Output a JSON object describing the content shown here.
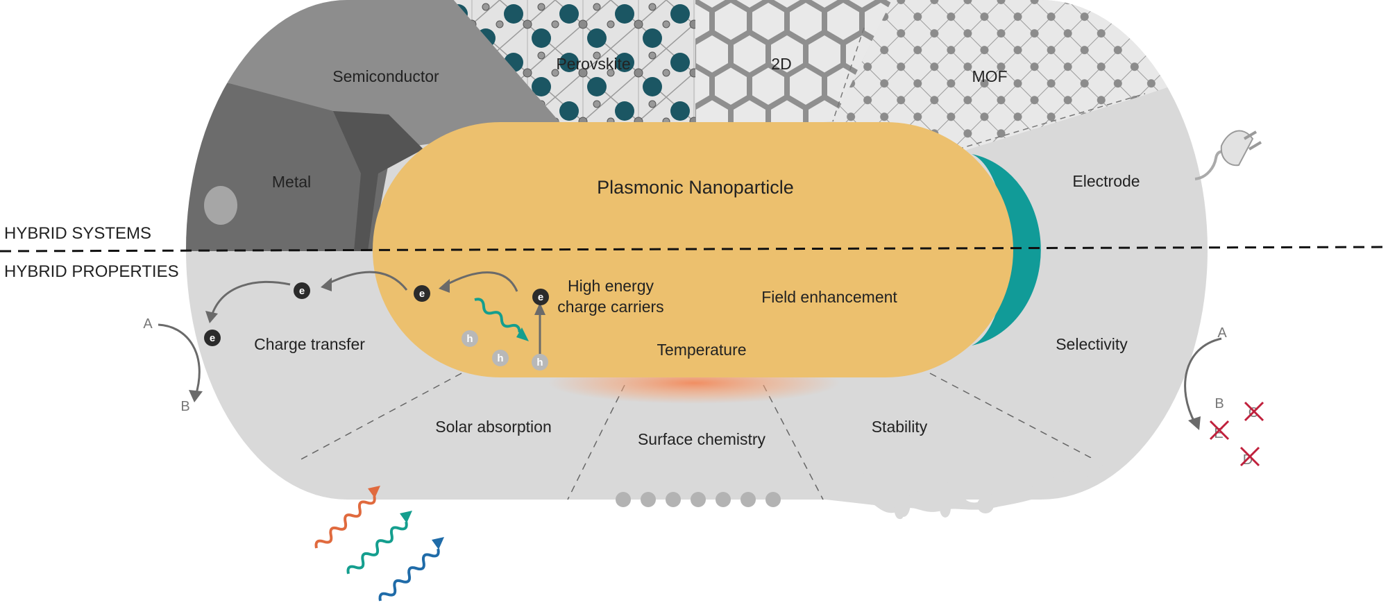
{
  "side_labels": {
    "systems": "HYBRID SYSTEMS",
    "properties": "HYBRID PROPERTIES"
  },
  "systems": {
    "semiconductor": "Semiconductor",
    "perovskite": "Perovskite",
    "two_d": "2D",
    "mof": "MOF",
    "metal": "Metal",
    "electrode": "Electrode"
  },
  "core": {
    "title": "Plasmonic Nanoparticle",
    "high_energy_line1": "High energy",
    "high_energy_line2": "charge carriers",
    "field_enhancement": "Field enhancement",
    "temperature": "Temperature"
  },
  "properties": {
    "charge_transfer": "Charge transfer",
    "selectivity": "Selectivity",
    "solar_absorption": "Solar absorption",
    "surface_chemistry": "Surface chemistry",
    "stability": "Stability"
  },
  "carriers": {
    "electron": "e",
    "hole": "h"
  },
  "reaction_left": {
    "reactant": "A",
    "product": "B"
  },
  "reaction_right": {
    "reactant": "A",
    "b": "B",
    "c": "C",
    "d": "D",
    "e": "E"
  },
  "colors": {
    "plasmon": "#ecc06e",
    "teal": "#119b98",
    "gray_region": "#d9d9d9",
    "semiconductor": "#8c8c8c",
    "metal": "#6b6b6b",
    "red_cross": "#c0203c",
    "wave_orange": "#e06a3e",
    "wave_teal": "#149e8e",
    "wave_blue": "#1f6ba8"
  }
}
